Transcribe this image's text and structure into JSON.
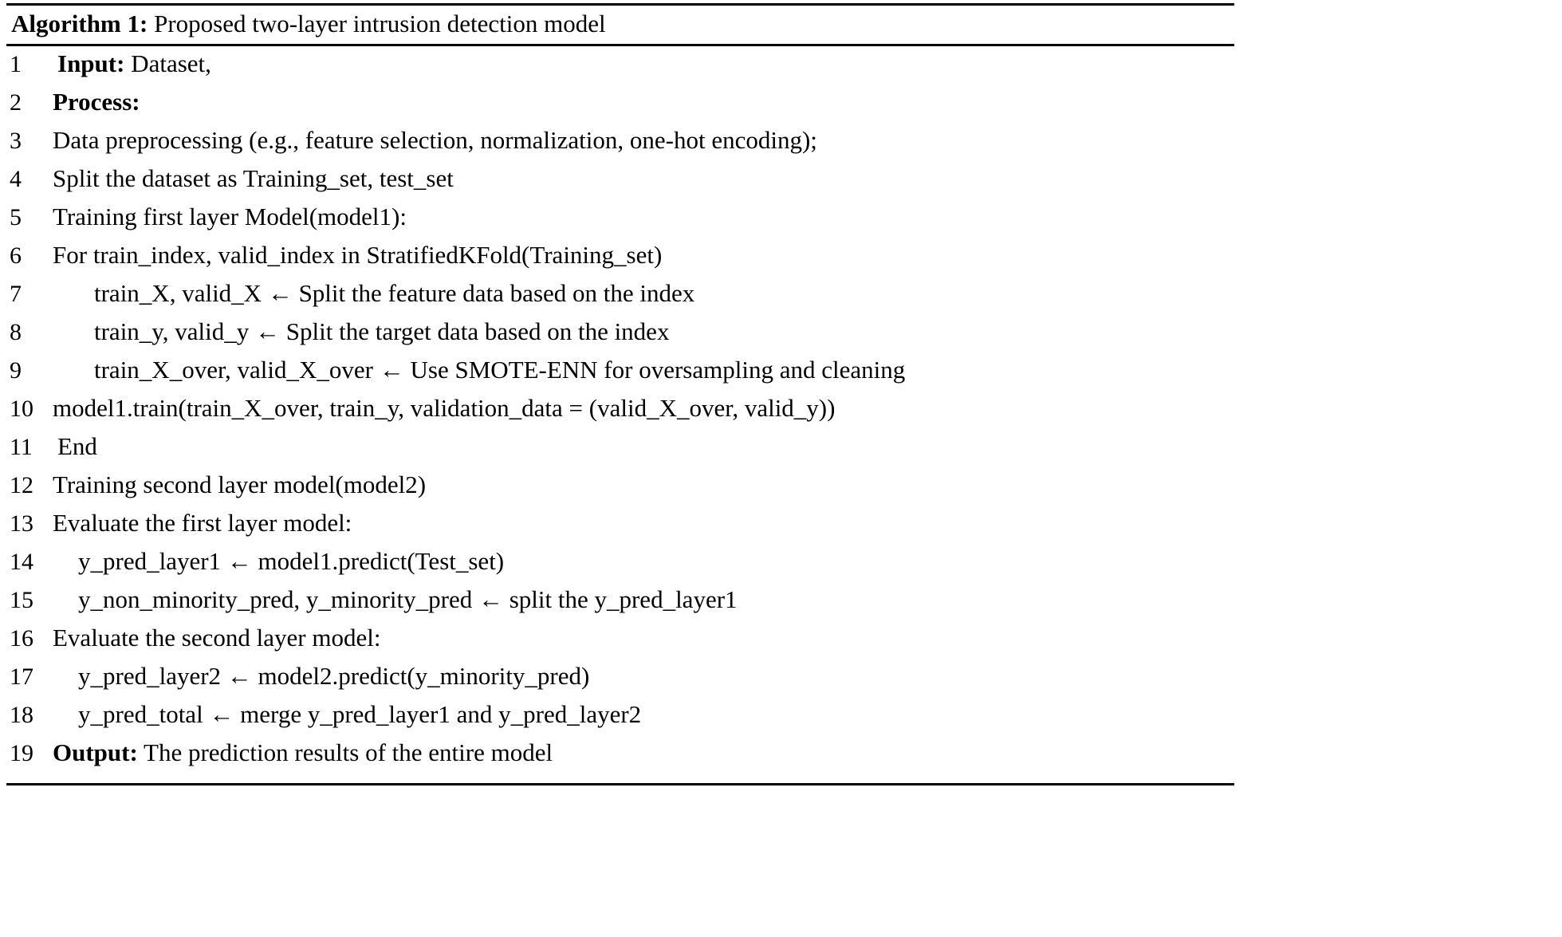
{
  "figure": {
    "caption_label": "Algorithm 1:",
    "caption_text": " Proposed two-layer intrusion detection model",
    "arrow_glyph": "←"
  },
  "lines": [
    {
      "no": "1",
      "indent": "ind-1",
      "prefix": "Input:",
      "text": "  Dataset,"
    },
    {
      "no": "2",
      "indent": "ind-0",
      "prefix": "Process:",
      "text": ""
    },
    {
      "no": "3",
      "indent": "ind-0",
      "prefix": "",
      "text": "Data preprocessing (e.g., feature selection, normalization, one-hot encoding);"
    },
    {
      "no": "4",
      "indent": "ind-0",
      "prefix": "",
      "text": "Split the dataset as Training_set, test_set"
    },
    {
      "no": "5",
      "indent": "ind-0",
      "prefix": "",
      "text": "Training first layer Model(model1):"
    },
    {
      "no": "6",
      "indent": "ind-0",
      "prefix": "",
      "text": "For train_index, valid_index  in StratifiedKFold(Training_set)"
    },
    {
      "no": "7",
      "indent": "ind-2",
      "prefix": "",
      "text": "train_X, valid_X  ←  Split the feature data based on the index"
    },
    {
      "no": "8",
      "indent": "ind-2",
      "prefix": "",
      "text": "train_y, valid_y  ←  Split the target data based on the index"
    },
    {
      "no": "9",
      "indent": "ind-2",
      "prefix": "",
      "text": "train_X_over, valid_X_over  ←  Use SMOTE-ENN for oversampling and cleaning"
    },
    {
      "no": "10",
      "indent": "ind-0",
      "prefix": "",
      "text": "model1.train(train_X_over, train_y, validation_data   = (valid_X_over, valid_y))"
    },
    {
      "no": "11",
      "indent": "ind-1",
      "prefix": "",
      "text": "End"
    },
    {
      "no": "12",
      "indent": "ind-0",
      "prefix": "",
      "text": "Training second layer model(model2)"
    },
    {
      "no": "13",
      "indent": "ind-0",
      "prefix": "",
      "text": "Evaluate the first layer model:"
    },
    {
      "no": "14",
      "indent": "ind-3",
      "prefix": "",
      "text": "y_pred_layer1 ←  model1.predict(Test_set)"
    },
    {
      "no": "15",
      "indent": "ind-3",
      "prefix": "",
      "text": "y_non_minority_pred, y_minority_pred  ←  split the y_pred_layer1"
    },
    {
      "no": "16",
      "indent": "ind-0",
      "prefix": "",
      "text": "Evaluate the second layer model:"
    },
    {
      "no": "17",
      "indent": "ind-3",
      "prefix": "",
      "text": "y_pred_layer2 ←  model2.predict(y_minority_pred)"
    },
    {
      "no": "18",
      "indent": "ind-3",
      "prefix": "",
      "text": "y_pred_total  ←  merge y_pred_layer1 and y_pred_layer2"
    },
    {
      "no": "19",
      "indent": "ind-0",
      "prefix": "Output:",
      "text": " The prediction results of the entire model"
    }
  ]
}
